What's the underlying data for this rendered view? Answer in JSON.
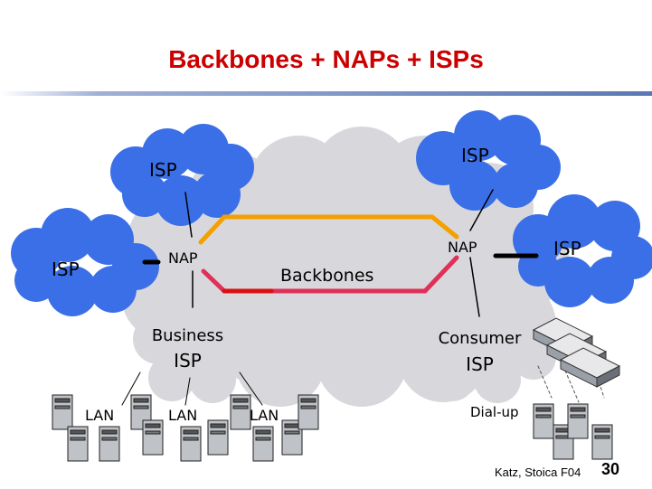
{
  "slide": {
    "title": "Backbones + NAPs + ISPs",
    "footer_credit": "Katz, Stoica F04",
    "page_number": "30"
  },
  "labels": {
    "isp_top_left": "ISP",
    "isp_top_right": "ISP",
    "isp_left": "ISP",
    "isp_right": "ISP",
    "nap_left": "NAP",
    "nap_right": "NAP",
    "backbones": "Backbones",
    "business_isp_line1": "Business",
    "business_isp_line2": "ISP",
    "consumer_isp_line1": "Consumer",
    "consumer_isp_line2": "ISP",
    "lan_1": "LAN",
    "lan_2": "LAN",
    "lan_3": "LAN",
    "dial_up": "Dial-up"
  },
  "colors": {
    "title": "#cc0000",
    "cloud_blue": "#3b6fe8",
    "cloud_gray": "#d8d8dc",
    "backbone_orange": "#f4a000",
    "backbone_magenta": "#e0305a",
    "backbone_red": "#dd1010",
    "link_black": "#000000",
    "rule_blue": "#5a78b4"
  },
  "icons": [
    "cloud-icon",
    "server-tower-icon",
    "modem-rack-icon"
  ]
}
